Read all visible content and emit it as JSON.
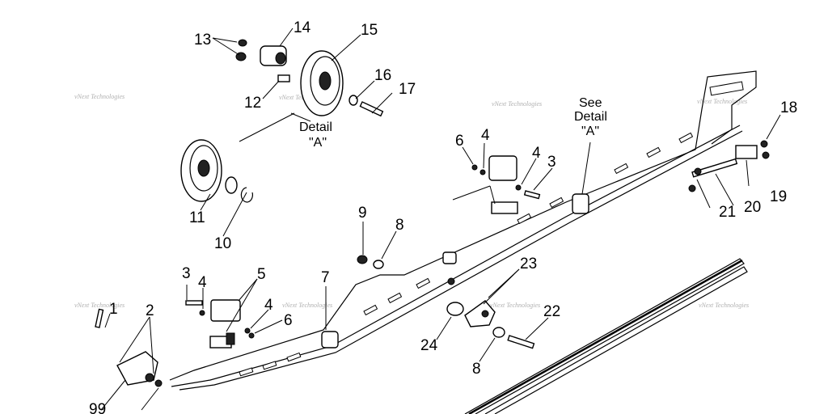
{
  "diagram": {
    "callouts": {
      "c1": "1",
      "c2": "2",
      "c3a": "3",
      "c3b": "3",
      "c4a": "4",
      "c4b": "4",
      "c4c": "4",
      "c4d": "4",
      "c5": "5",
      "c6a": "6",
      "c6b": "6",
      "c7": "7",
      "c8a": "8",
      "c8b": "8",
      "c9": "9",
      "c10": "10",
      "c11": "11",
      "c12": "12",
      "c13": "13",
      "c14": "14",
      "c15": "15",
      "c16": "16",
      "c17": "17",
      "c18": "18",
      "c19": "19",
      "c20": "20",
      "c21": "21",
      "c22": "22",
      "c23": "23",
      "c24": "24",
      "c99": "99"
    },
    "detail_label": {
      "line1": "Detail",
      "line2": "\"A\""
    },
    "see_detail": {
      "line1": "See",
      "line2": "Detail",
      "line3": "\"A\""
    },
    "watermark": "vNext Technologies"
  }
}
